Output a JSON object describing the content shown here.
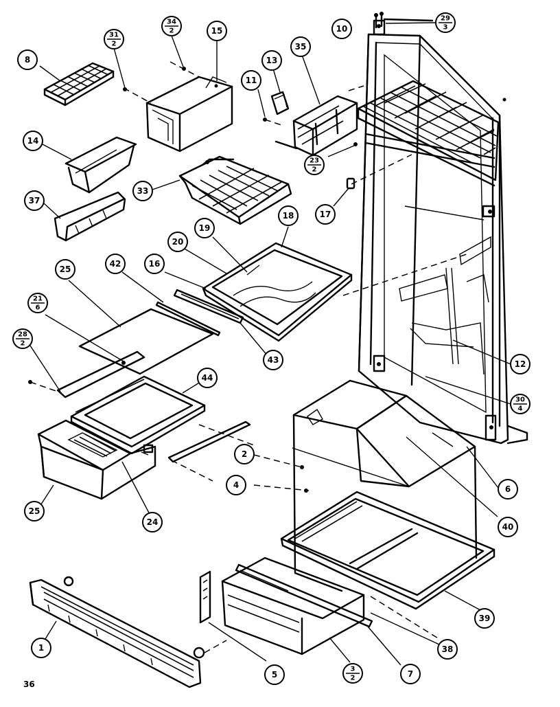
{
  "diagram": {
    "page_number": "36",
    "callouts": {
      "c1": "1",
      "c2": "2",
      "c4": "4",
      "c5": "5",
      "c6": "6",
      "c7": "7",
      "c8": "8",
      "c10": "10",
      "c11": "11",
      "c12": "12",
      "c13": "13",
      "c14": "14",
      "c15": "15",
      "c16": "16",
      "c17": "17",
      "c18": "18",
      "c19": "19",
      "c20": "20",
      "c24": "24",
      "c25a": "25",
      "c25b": "25",
      "c33": "33",
      "c35": "35",
      "c37": "37",
      "c38": "38",
      "c39": "39",
      "c40": "40",
      "c42": "42",
      "c43": "43",
      "c44": "44"
    },
    "fractions": {
      "f31_2": {
        "top": "31",
        "bottom": "2"
      },
      "f34_2": {
        "top": "34",
        "bottom": "2"
      },
      "f29_3": {
        "top": "29",
        "bottom": "3"
      },
      "f23_2": {
        "top": "23",
        "bottom": "2"
      },
      "f21_6": {
        "top": "21",
        "bottom": "6"
      },
      "f28_2": {
        "top": "28",
        "bottom": "2"
      },
      "f30_4": {
        "top": "30",
        "bottom": "4"
      },
      "f3_2": {
        "top": "3",
        "bottom": "2"
      }
    }
  }
}
